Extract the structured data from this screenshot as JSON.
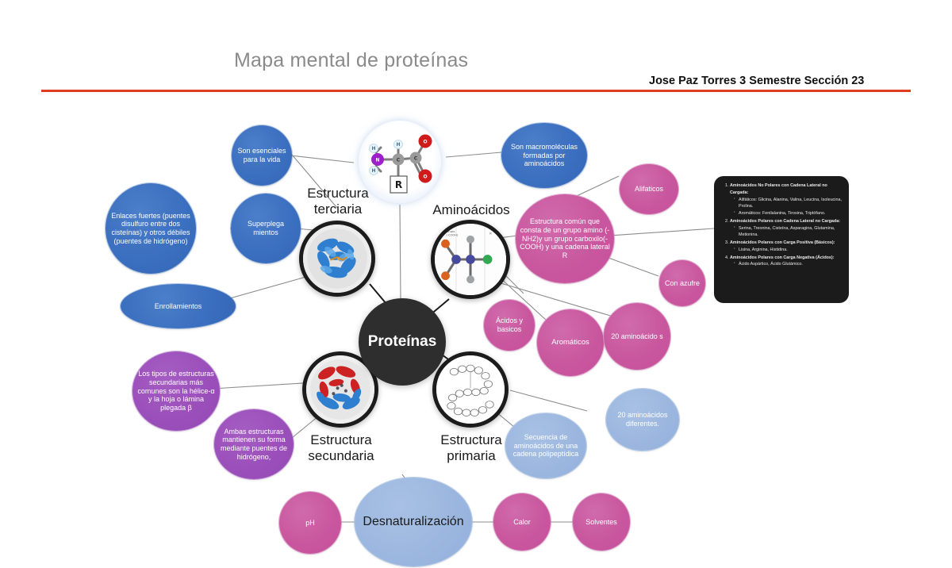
{
  "header": {
    "title": "Mapa mental de proteínas",
    "author": "Jose Paz Torres 3 Semestre Sección 23",
    "rule_color": "#e13c20"
  },
  "center": {
    "label": "Proteínas"
  },
  "captions": {
    "terciaria": "Estructura\nterciaria",
    "aminoacidos": "Aminoácidos",
    "secundaria": "Estructura\nsecundaria",
    "primaria": "Estructura\nprimaria"
  },
  "molecule": {
    "name": "amino-acid-structure",
    "atoms": [
      "H",
      "H",
      "N",
      "H",
      "C",
      "C",
      "O",
      "O",
      "R"
    ]
  },
  "nodes": {
    "son_esenciales": "Son esenciales para la vida",
    "enlaces_fuertes": "Enlaces fuertes (puentes disulfuro entre dos cisteínas) y otros débiles (puentes de hidrógeno)",
    "superplegamientos": "Superplega mientos",
    "enrollamientos": "Enrollamientos",
    "tipos_estructuras": "Los tipos de estructuras secundarias más comunes son la hélice-α y la hoja o lámina plegada β",
    "ambas_estructuras": "Ambas estructuras mantienen su forma mediante puentes de hidrógeno,",
    "son_macromoleculas": "Son macromoléculas formadas por aminoácidos",
    "estructura_comun": "Estructura común que consta de un grupo amino (-NH2)y un grupo carboxilo(-COOH) y una cadena lateral R",
    "alifaticos": "Alifaticos",
    "con_azufre": "Con azufre",
    "acidos_basicos": "Ácidos y basicos",
    "aromaticos": "Aromáticos",
    "veinte_aminoacidos": "20 aminoácido s",
    "veinte_diferentes": "20 aminoácidos diferentes.",
    "secuencia": "Secuencia de aminoácidos de una cadena polipeptídica",
    "desnaturalizacion": "Desnaturalización",
    "ph": "pH",
    "calor": "Calor",
    "solventes": "Solventes"
  },
  "info_panel": {
    "items": [
      {
        "title": "Aminoácidos No Polares con Cadena Lateral no Cargada:",
        "subitems": [
          "Alifáticos: Glicina, Alanina, Valina, Leucina, Isoleucina, Prolina.",
          "Aromáticos: Fenilalanina, Tirosina, Triptófano."
        ]
      },
      {
        "title": "Aminoácidos Polares con Cadena Lateral no Cargada:",
        "subitems": [
          "Serina, Treonina, Cisteína, Asparagina, Glutamina, Metionina."
        ]
      },
      {
        "title": "Aminoácidos Polares con Carga Positiva (Básicos):",
        "subitems": [
          "Lisina, Arginina, Histidina."
        ]
      },
      {
        "title": "Aminoácidos Polares con Carga Negativa (Ácidos):",
        "subitems": [
          "Ácido Aspártico, Ácido Glutámico."
        ]
      }
    ]
  },
  "colors": {
    "blue": "#3b6fbf",
    "light_blue": "#9cb7df",
    "pink": "#c9579e",
    "purple": "#9b4fba",
    "dark": "#2e2e2e",
    "accent_red": "#e13c20",
    "link_line": "#8c8c8c"
  }
}
